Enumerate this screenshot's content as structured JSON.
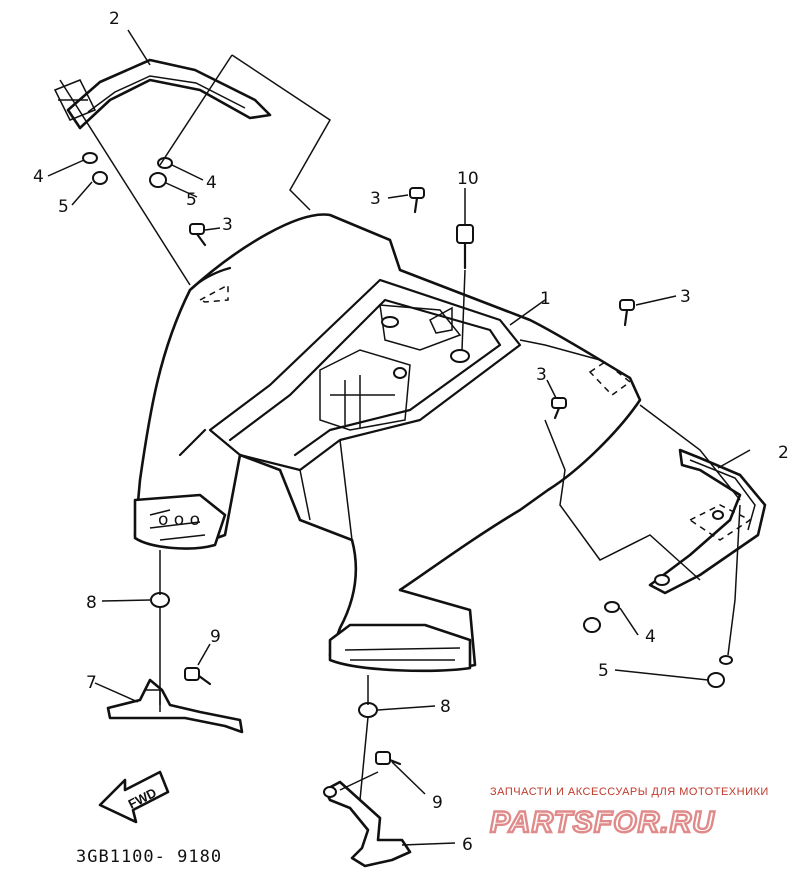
{
  "diagram": {
    "callouts": {
      "c1": "1",
      "c2_left": "2",
      "c2_right": "2",
      "c3_top": "3",
      "c3_left": "3",
      "c3_right": "3",
      "c3_mid": "3",
      "c4_left": "4",
      "c4_left2": "4",
      "c4_right": "4",
      "c5_left": "5",
      "c5_left2": "5",
      "c5_right": "5",
      "c6": "6",
      "c7": "7",
      "c8_left": "8",
      "c8_mid": "8",
      "c9_left": "9",
      "c9_mid": "9",
      "c10": "10"
    },
    "direction_arrow": "FWD",
    "drawing_code": "3GB1100- 9180"
  },
  "watermark": {
    "tagline": "ЗАПЧАСТИ И АКСЕССУАРЫ ДЛЯ МОТОТЕХНИКИ",
    "logo_text": "PARTSFOR.RU"
  }
}
